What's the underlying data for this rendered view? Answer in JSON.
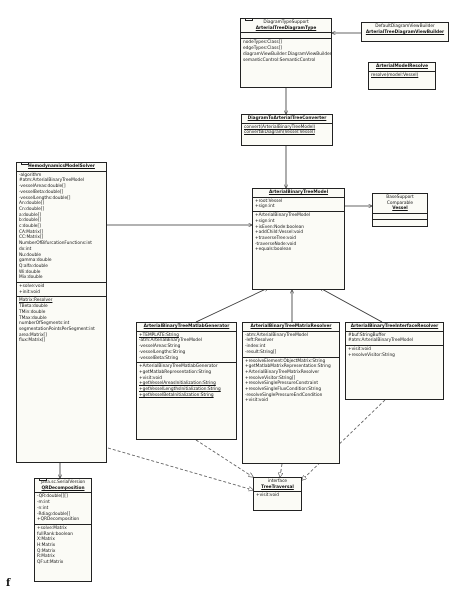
{
  "classes": [
    {
      "id": "arterialTreeDiagramType",
      "stereotype": "DiagramTypeSupport",
      "name": "ArterialTreeDiagramType",
      "sections": [
        [],
        [
          "nodeTypes:Class[]",
          "edgeTypes:Class[]",
          "diagramViewBuilder:DiagramViewBuilder",
          "semanticControl:SemanticControl"
        ]
      ]
    },
    {
      "id": "defaultDiagramViewBuilder",
      "stereotype": "DefaultDiagramViewBuilder",
      "name": "ArterialTreeDiagramViewBuilder",
      "sections": []
    },
    {
      "id": "arterialModelResolver",
      "stereotype": "",
      "name": "ArterialModelResolve",
      "sections": [
        [
          "resolve(model:Vessel)"
        ]
      ]
    },
    {
      "id": "diagramToArterialTreeConverter",
      "stereotype": "",
      "name": "DiagramToArterialTreeConverter",
      "sections": [
        [
          "convert(ArterialBinaryTreeModel)",
          "convertBiDiagram(Vessel:Vessel)"
        ]
      ]
    },
    {
      "id": "hemodynamicsModelSolver",
      "stereotype": "",
      "name": "HemodynamicsModelSolver",
      "sections": [
        [
          "-algorithm",
          "#atm:ArterialBinaryTreeModel",
          "-vesselAreas:double[]",
          "-vesselBeta:double[]",
          "-vesselLengths:double[]",
          "An:double[]",
          "Cn:double[]",
          "a:double[]",
          "b:double[]",
          "c:double[]",
          "CA:Matrix[]",
          "CC:Matrix[]",
          "NumberOfBifurcationFunctions:int",
          "dx:int",
          "Nu:double",
          "gamma:double",
          "Q:alfa:double",
          "Wi:double",
          "Mix:double"
        ],
        [
          "+solve:void",
          "+init:void"
        ],
        [
          "Matrix:Resolver",
          "TBeta:double",
          "TMin:double",
          "TMax:double",
          "numberOfSegments:int",
          "segmentationPointsPerSegment:int",
          "area:Matrix[]",
          "flux:Matrix[]"
        ]
      ]
    },
    {
      "id": "qrDecomposition",
      "stereotype": "java.sc.SerialVersion",
      "name": "QRDecomposition",
      "sections": [
        [
          "-QR:double[][]",
          "-m:int",
          "-n:int",
          "-Rdiag:double[]",
          "+QRDecomposition"
        ],
        [
          "+solve:Matrix",
          "fullRank:boolean",
          "X:Matrix",
          "H:Matrix",
          "Q:Matrix",
          "R:Matrix",
          "QF:ut:Matrix"
        ]
      ]
    },
    {
      "id": "arterialBinaryTreeModel",
      "stereotype": "",
      "name": "ArterialBinaryTreeModel",
      "sections": [
        [
          "+root:Vessel",
          "+sign:int"
        ],
        [
          "+ArterialBinaryTreeModel",
          "+sign:int",
          "+isEven:Node:boolean",
          "+addChild:Vessel:void",
          "+traverseTree:void",
          "-traverseNode:void",
          "+equals:boolean"
        ]
      ]
    },
    {
      "id": "vessel",
      "stereotype": "BaseSupport Comparable",
      "name": "Vessel",
      "sections": [
        [],
        []
      ]
    },
    {
      "id": "arterialTreeMatlabGenerator",
      "stereotype": "",
      "name": "ArterialBinaryTreeMatlabGenerator",
      "sections": [
        [
          "+TEMPLATE:String",
          "-atm:ArterialBinaryTreeModel",
          "-vesselAreas:String",
          "-vesselLengths:String",
          "-vesselBeta:String"
        ],
        [
          "+ArterialBinaryTreeMatlabGenerator",
          "+getMatlabRepresentation:String",
          "+visit:void",
          "+getVesselAreasInitialization:String",
          "+getVesselLengthsInitialization:String",
          "+getVesselBetaInitialization:String"
        ]
      ]
    },
    {
      "id": "arterialTreeMatrixResolver",
      "stereotype": "",
      "name": "ArterialBinaryTreeMatrixResolver",
      "sections": [
        [
          "-atm:ArterialBinaryTreeModel",
          "-left:Resolver",
          "-index:int",
          "-result:String[]"
        ],
        [
          "+resolveElement:ObjectMatrix:String",
          "+getMatlabMatrixRepresentation:String",
          "+ArterialBinaryTreeMatrixResolver",
          "+resolveVisitor:String[]",
          "+resolveSinglePressureConstraint",
          "+resolveSingleFluxCondition:String",
          "-resolveSinglePressureEndCondition",
          "+visit:void"
        ]
      ]
    },
    {
      "id": "arterialTreeInterfaceResolver",
      "stereotype": "",
      "name": "ArterialBinaryTreeInterfaceResolver",
      "sections": [
        [
          "#buf:StringBuffer",
          "#atm:ArterialBinaryTreeModel"
        ],
        [
          "+visit:void",
          "+resolveVisitor:String"
        ]
      ]
    },
    {
      "id": "treeTraversal",
      "stereotype": "interface",
      "name": "TreeTraversal",
      "sections": [
        [
          "+visit:void"
        ]
      ]
    }
  ],
  "page_mark": "f"
}
